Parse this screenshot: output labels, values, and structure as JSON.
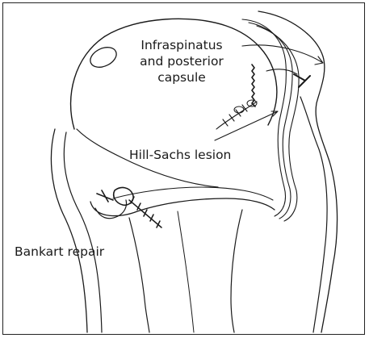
{
  "labels": {
    "infraspinatus_line1": "Infraspinatus",
    "infraspinatus_line2": "and posterior",
    "infraspinatus_line3": "capsule",
    "hill_sachs": "Hill-Sachs lesion",
    "bankart": "Bankart repair"
  },
  "colors": {
    "ink": "#1a1a1a",
    "paper": "#ffffff",
    "frame": "#222222"
  }
}
